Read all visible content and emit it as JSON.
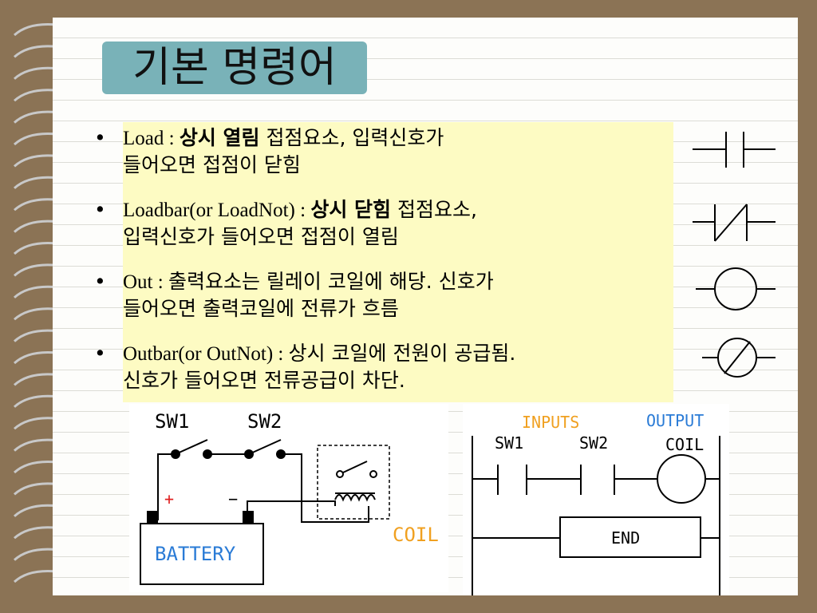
{
  "title": "기본 명령어",
  "items": [
    {
      "en": "Load : ",
      "bold": "상시 열림",
      "rest": " 접점요소, 입력신호가",
      "line2": "들어오면 접점이 닫힘"
    },
    {
      "en": "Loadbar(or LoadNot) : ",
      "bold": "상시 닫힘",
      "rest": " 접점요소,",
      "line2": "입력신호가 들어오면 접점이 열림"
    },
    {
      "en": "Out : ",
      "bold": "",
      "rest": "출력요소는 릴레이 코일에 해당. 신호가",
      "line2": "들어오면 출력코일에 전류가 흐름"
    },
    {
      "en": "Outbar(or OutNot) : ",
      "bold": "",
      "rest": "상시 코일에 전원이 공급됨.",
      "line2": "신호가 들어오면 전류공급이 차단."
    }
  ],
  "bullet_char": "•",
  "circuit": {
    "sw1": "SW1",
    "sw2": "SW2",
    "plus": "+",
    "minus": "−",
    "battery": "BATTERY",
    "coil": "COIL"
  },
  "ladder": {
    "inputs": "INPUTS",
    "output": "OUTPUT",
    "sw1": "SW1",
    "sw2": "SW2",
    "coil": "COIL",
    "end": "END"
  },
  "colors": {
    "title_bg": "#79b2b8",
    "highlight": "#fdfbc3",
    "orange": "#f0a020",
    "blue": "#2a7bd6",
    "red": "#e02020"
  }
}
